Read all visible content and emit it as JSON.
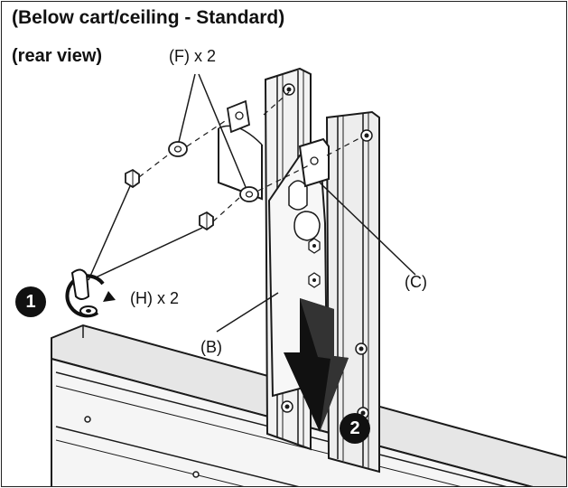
{
  "header": {
    "title": "(Below cart/ceiling - Standard)",
    "subtitle": "(rear view)"
  },
  "callouts": {
    "washer": "(F) x 2",
    "bolt": "(H) x 2",
    "bracket": "(C)",
    "upright": "(B)"
  },
  "steps": {
    "step1": "1",
    "step2": "2"
  },
  "colors": {
    "line": "#1a1a1a",
    "part_fill": "#ffffff",
    "shade": "#d9d9d9",
    "arrow": "#111111"
  }
}
